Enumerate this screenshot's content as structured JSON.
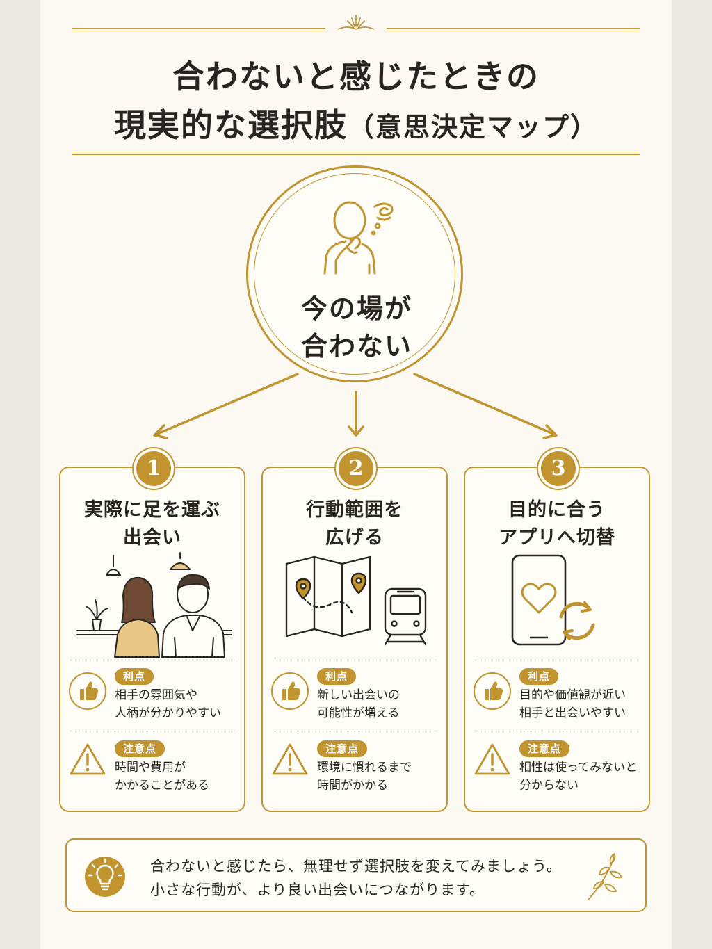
{
  "title": {
    "line1": "合わないと感じたときの",
    "line2_main": "現実的な選択肢",
    "line2_paren": "（意思決定マップ）"
  },
  "hub": {
    "line1": "今の場が",
    "line2": "合わない"
  },
  "cards": [
    {
      "number": "1",
      "title1": "実際に足を運ぶ",
      "title2": "出会い",
      "benefit_label": "利点",
      "benefit1": "相手の雰囲気や",
      "benefit2": "人柄が分かりやすい",
      "caution_label": "注意点",
      "caution1": "時間や費用が",
      "caution2": "かかることがある"
    },
    {
      "number": "2",
      "title1": "行動範囲を",
      "title2": "広げる",
      "benefit_label": "利点",
      "benefit1": "新しい出会いの",
      "benefit2": "可能性が増える",
      "caution_label": "注意点",
      "caution1": "環境に慣れるまで",
      "caution2": "時間がかかる"
    },
    {
      "number": "3",
      "title1": "目的に合う",
      "title2": "アプリへ切替",
      "benefit_label": "利点",
      "benefit1": "目的や価値観が近い",
      "benefit2": "相手と出会いやすい",
      "caution_label": "注意点",
      "caution1": "相性は使ってみないと",
      "caution2": "分からない"
    }
  ],
  "footer": {
    "line1": "合わないと感じたら、無理せず選択肢を変えてみましょう。",
    "line2": "小さな行動が、より良い出会いにつながります。"
  },
  "colors": {
    "accent": "#c1942f",
    "background": "#fcf9f3",
    "text": "#2b2520"
  },
  "icons": {
    "hub": "thinking-person-icon",
    "card1": "people-meeting-illustration",
    "card2": "map-and-train-illustration",
    "card3": "phone-heart-switch-illustration",
    "benefit": "thumbs-up-icon",
    "caution": "warning-icon",
    "footer": "lightbulb-icon",
    "decor": "leaf-branch-icon"
  }
}
